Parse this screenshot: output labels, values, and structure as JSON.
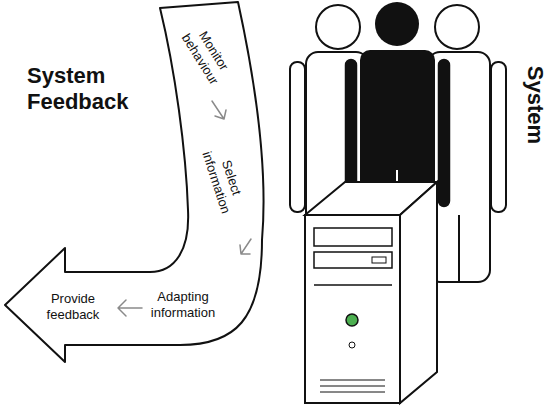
{
  "diagram": {
    "nodes": [
      {
        "text": [
          "System Feedback",
          "Monitor behaviour",
          "Select information",
          "Adapting information",
          "Provide feedback"
        ]
      }
    ],
    "labels": [
      "System"
    ]
  }
}
